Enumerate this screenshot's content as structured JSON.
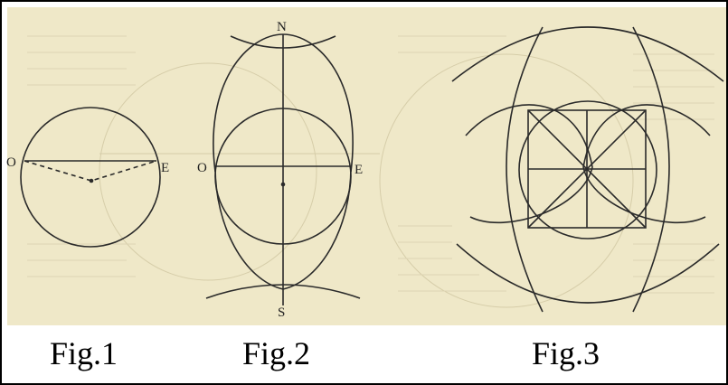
{
  "figures": [
    {
      "caption": "Fig.1",
      "labels": {
        "left": "O",
        "right": "E"
      }
    },
    {
      "caption": "Fig.2",
      "labels": {
        "top": "N",
        "left": "O",
        "right": "E",
        "bottom": "S"
      }
    },
    {
      "caption": "Fig.3"
    }
  ],
  "colors": {
    "paper": "#efe8c8",
    "ink": "#2a2a2a",
    "frame": "#000000"
  }
}
